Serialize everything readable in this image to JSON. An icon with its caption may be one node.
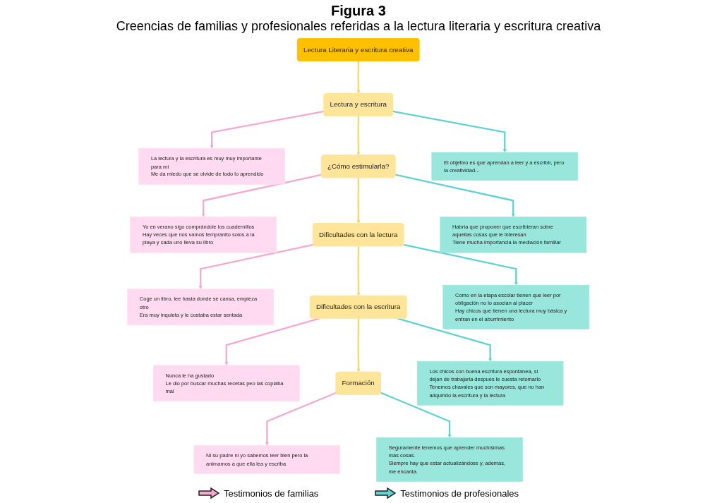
{
  "diagram": {
    "title": "Figura 3",
    "nodes": [
      {
        "text": [
          "Lectura Literaria y escritura creativa"
        ]
      },
      {
        "text": [
          "Lectura y escritura"
        ]
      },
      {
        "text": [
          "La lectura y la escritura es muy muy importante para mí",
          "Me da miedo que se olvide de todo lo aprendido"
        ]
      },
      {
        "text": [
          "El objetivo es que aprendan a leer y a escribir, pero la creatividad..."
        ]
      },
      {
        "text": [
          "¿Cómo estimularla?"
        ]
      },
      {
        "text": [
          "Yo en verano sigo comprándole los cuadernillos",
          "Hay veces que nos vamos tempranito solos a la playa y cada uno lleva su libro"
        ]
      },
      {
        "text": [
          "Habría que proponer que escribieran sobre aquellas cosas que le interesan",
          "Tiene mucha importancia la mediación familiar"
        ]
      },
      {
        "text": [
          "Dificultades con la lectura"
        ]
      },
      {
        "text": [
          "Coge un libro, lee hasta donde se cansa, empieza otro",
          "Era muy inquieta y le costaba estar sentada"
        ]
      },
      {
        "text": [
          "Como en la etapa escolar tienen que leer por obligación no lo asocian al placer",
          "Hay chicos que tienen una lectura muy básica y entran en el aburrimiento"
        ]
      },
      {
        "text": [
          "Dificultades con la escritura"
        ]
      },
      {
        "text": [
          "Nunca le ha gustado",
          "Le dio por buscar muchas recetas peo las copiaba mal"
        ]
      },
      {
        "text": [
          "Los chicos con buena escritura espontánea, si dejan de trabajarla después le cuesta retomarlo",
          "Tenemos chavales que son mayores, que no han adquirido la escritura y la lectura"
        ]
      },
      {
        "text": [
          "Formación"
        ]
      },
      {
        "text": [
          "Ni su padre ni yo sabemos leer bien pero la animamos a que ella lea y escriba"
        ]
      },
      {
        "text": [
          "Seguramente tenemos que aprender muchísimas más cosas.",
          "Siempre hay que estar actualizándose y, además, me encanta."
        ]
      }
    ],
    "edges": [
      {
        "from": 0,
        "to": 1,
        "arrow": "to",
        "color": "#f5d77a"
      },
      {
        "from": 1,
        "to": 2,
        "arrow": "to",
        "color": "#f7a8d0"
      },
      {
        "from": 1,
        "to": 3,
        "arrow": "to",
        "color": "#5fd3d3"
      },
      {
        "from": 1,
        "to": 4,
        "arrow": "to",
        "color": "#f5d77a"
      },
      {
        "from": 4,
        "to": 5,
        "arrow": "to",
        "color": "#f7a8d0"
      },
      {
        "from": 4,
        "to": 6,
        "arrow": "to",
        "color": "#5fd3d3"
      },
      {
        "from": 4,
        "to": 7,
        "arrow": "to",
        "color": "#f5d77a"
      },
      {
        "from": 7,
        "to": 8,
        "arrow": "to",
        "color": "#f7a8d0"
      },
      {
        "from": 7,
        "to": 9,
        "arrow": "to",
        "color": "#5fd3d3"
      },
      {
        "from": 7,
        "to": 10,
        "arrow": "to",
        "color": "#f5d77a"
      },
      {
        "from": 10,
        "to": 11,
        "arrow": "to",
        "color": "#f7a8d0"
      },
      {
        "from": 10,
        "to": 12,
        "arrow": "to",
        "color": "#5fd3d3"
      },
      {
        "from": 10,
        "to": 13,
        "arrow": "to",
        "color": "#f5d77a"
      },
      {
        "from": 13,
        "to": 14,
        "arrow": "to",
        "color": "#f7a8d0"
      },
      {
        "from": 13,
        "to": 15,
        "arrow": "to",
        "color": "#5fd3d3"
      }
    ],
    "labels": [
      "Creencias de familias y profesionales referidas a la lectura literaria y escritura creativa"
    ],
    "legend": [
      {
        "text": "Testimonios de familias"
      },
      {
        "text": "Testimonios de profesionales"
      }
    ]
  }
}
